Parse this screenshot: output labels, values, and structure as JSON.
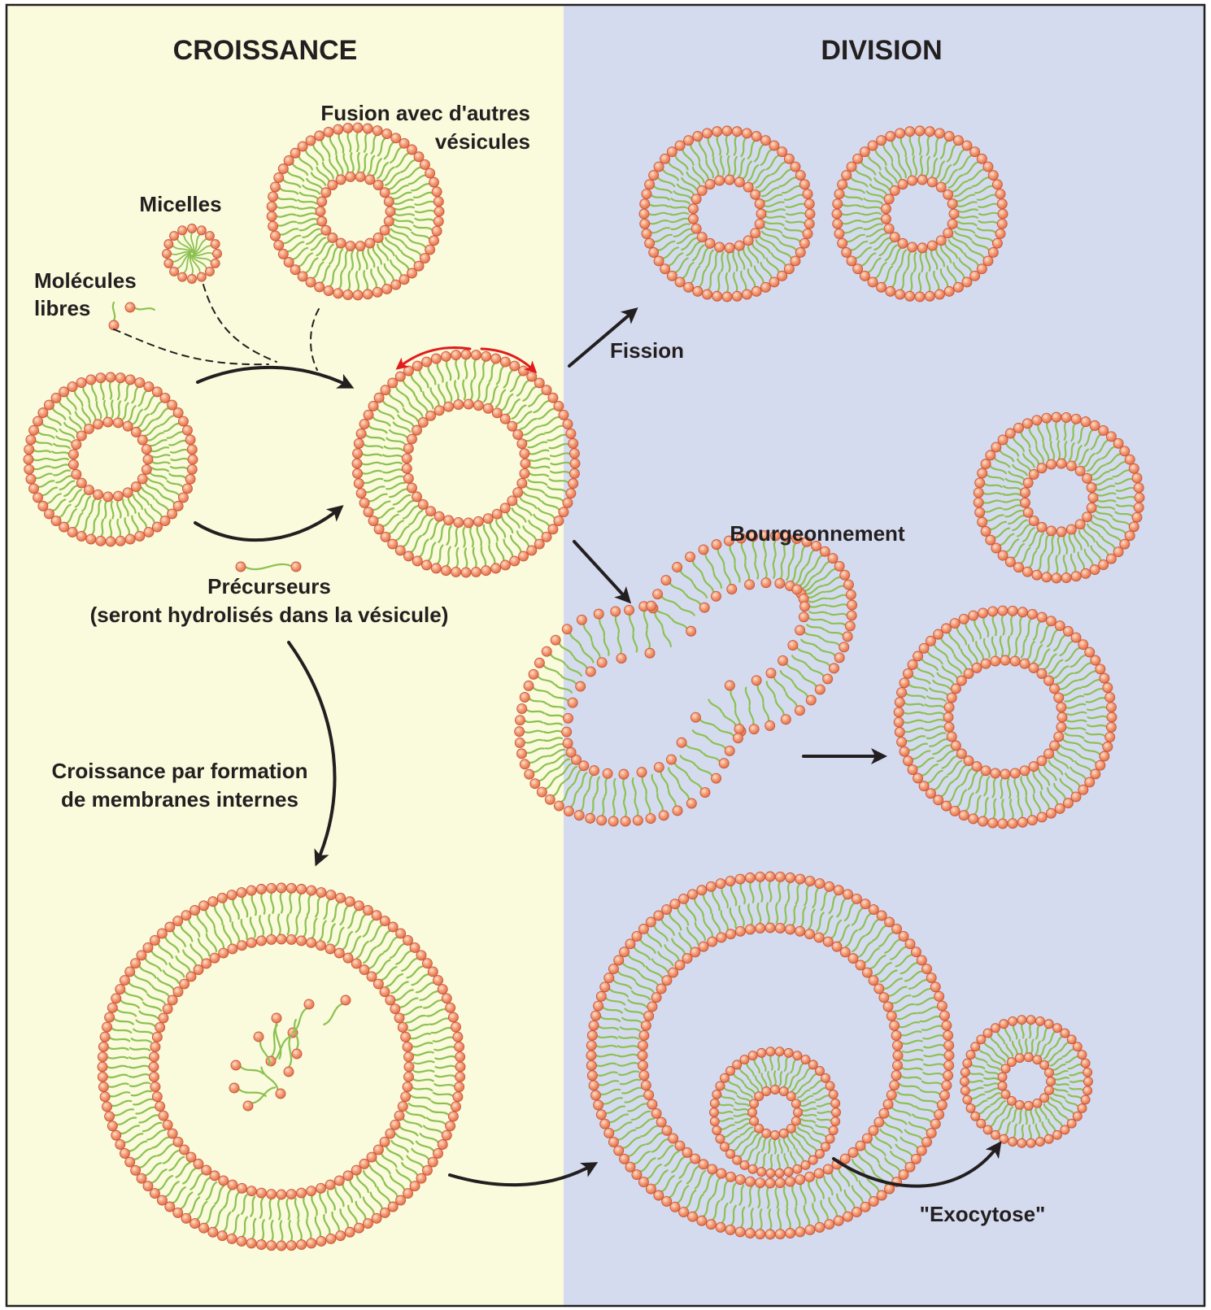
{
  "panels": {
    "left": {
      "title": "CROISSANCE",
      "color": "#fafadc"
    },
    "right": {
      "title": "DIVISION",
      "color": "#d5dbee"
    }
  },
  "labels": {
    "fusion_line1": "Fusion avec d'autres",
    "fusion_line2": "vésicules",
    "micelles": "Micelles",
    "molecules_line1": "Molécules",
    "molecules_line2": "libres",
    "precursors_line1": "Précurseurs",
    "precursors_line2": "(seront hydrolisés dans la vésicule)",
    "internal_line1": "Croissance par formation",
    "internal_line2": "de membranes internes",
    "fission": "Fission",
    "budding": "Bourgeonnement",
    "exocytosis": "\"Exocytose\""
  },
  "colors": {
    "head_fill": "#f08c6a",
    "head_stroke": "#c8553a",
    "tail": "#8cc152",
    "arrow": "#231f20",
    "arrow_red": "#e21b1b",
    "border": "#231f20"
  }
}
